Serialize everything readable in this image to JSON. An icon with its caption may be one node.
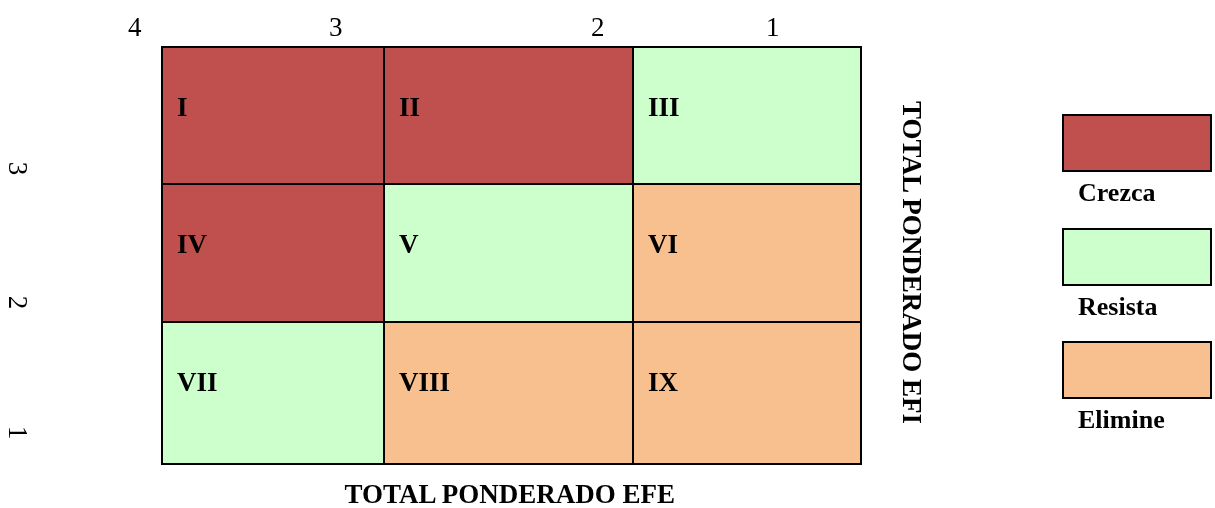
{
  "diagram": {
    "nodes": [
      {
        "text": [
          "I"
        ]
      },
      {
        "text": [
          "II"
        ]
      },
      {
        "text": [
          "III"
        ]
      },
      {
        "text": [
          "IV"
        ]
      },
      {
        "text": [
          "V"
        ]
      },
      {
        "text": [
          "VI"
        ]
      },
      {
        "text": [
          "VII"
        ]
      },
      {
        "text": [
          "VIII"
        ]
      },
      {
        "text": [
          "IX"
        ]
      }
    ],
    "edges": [],
    "labels": [
      "4",
      "3",
      "2",
      "1",
      "3",
      "2",
      "1",
      "TOTAL PONDERADO EFI",
      "TOTAL PONDERADO EFE"
    ],
    "legend": [
      {
        "text": "Crezca",
        "color": "#c0504d"
      },
      {
        "text": "Resista",
        "color": "#ccffcc"
      },
      {
        "text": "Elimine",
        "color": "#f8bf8f"
      }
    ]
  }
}
